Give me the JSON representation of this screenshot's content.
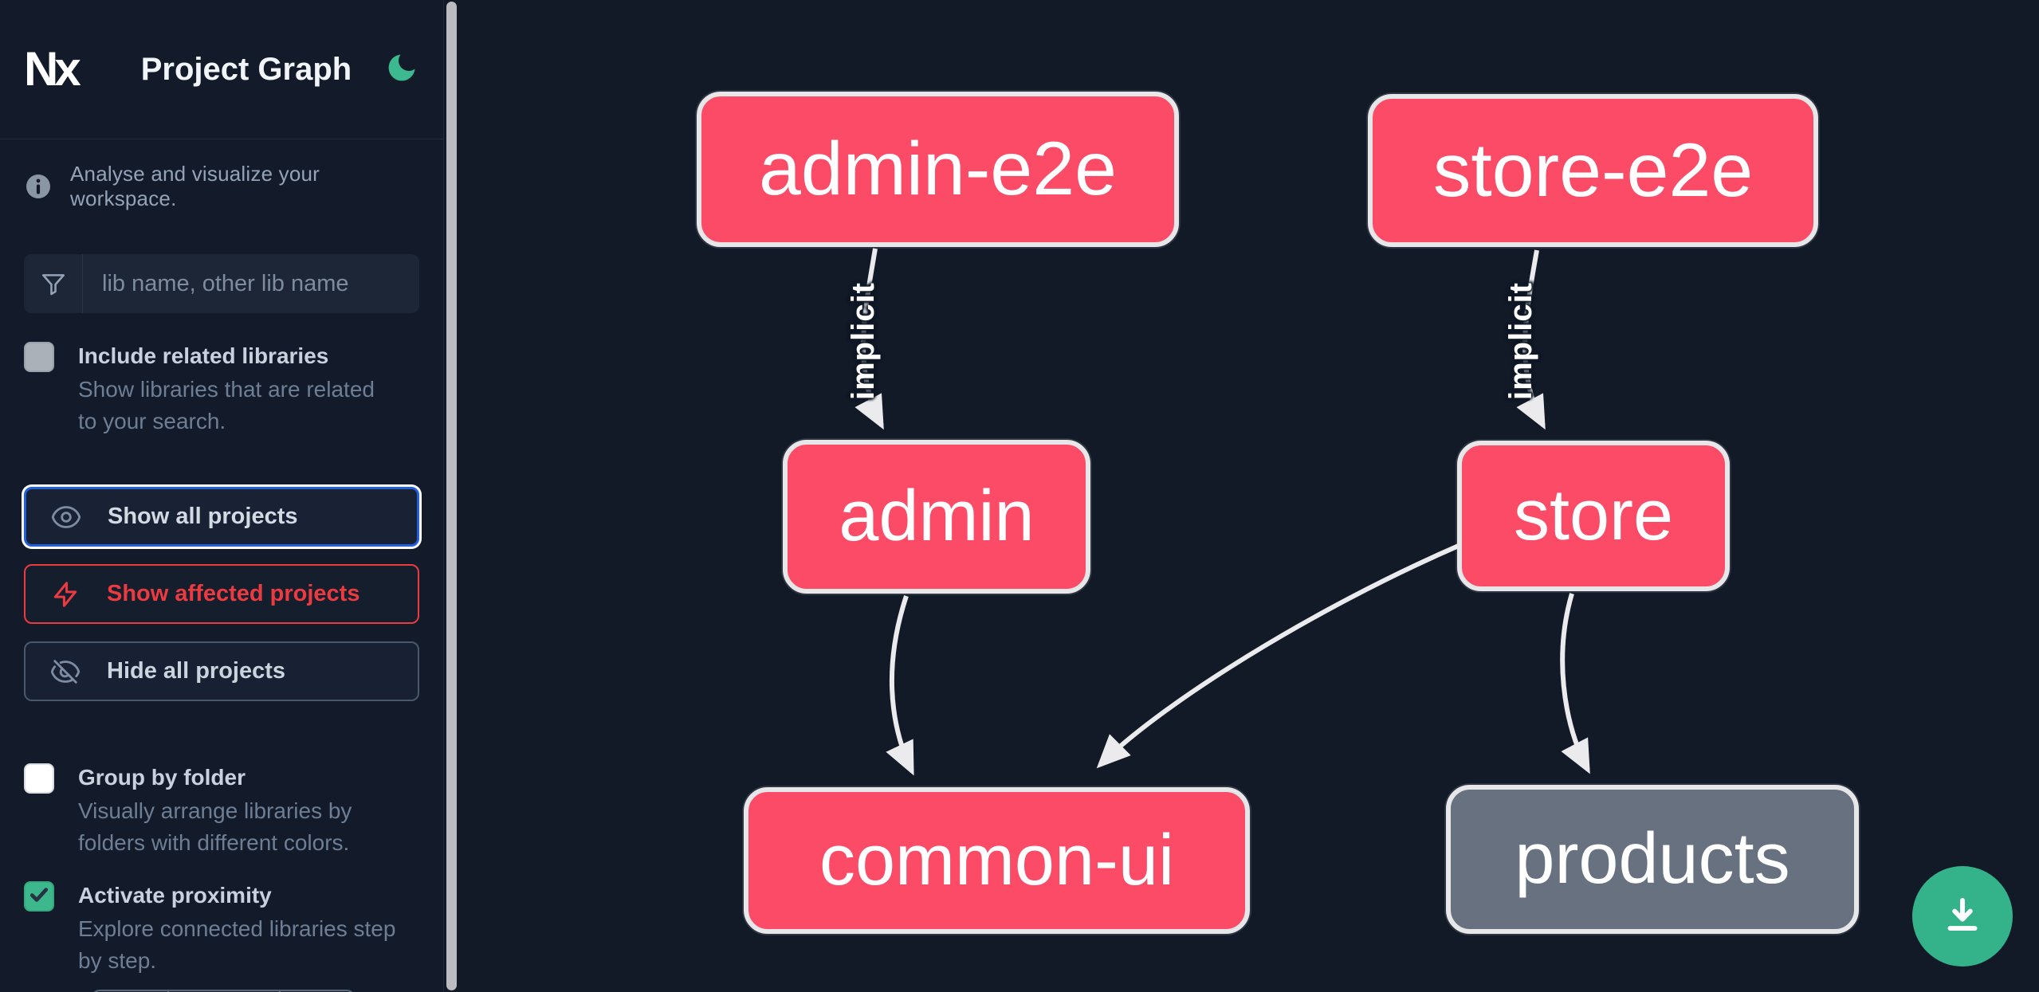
{
  "app": {
    "logo_text": "Nx",
    "title": "Project Graph"
  },
  "sidebar": {
    "tagline": "Analyse and visualize your workspace.",
    "filter_placeholder": "lib name, other lib name",
    "include_related": {
      "label": "Include related libraries",
      "description": "Show libraries that are related to your search.",
      "checked": false
    },
    "actions": {
      "show_all": "Show all projects",
      "show_affected": "Show affected projects",
      "hide_all": "Hide all projects"
    },
    "group_by_folder": {
      "label": "Group by folder",
      "description": "Visually arrange libraries by folders with different colors.",
      "checked": false
    },
    "activate_proximity": {
      "label": "Activate proximity",
      "description": "Explore connected libraries step by step.",
      "checked": true
    }
  },
  "graph": {
    "nodes": [
      {
        "id": "admin-e2e",
        "label": "admin-e2e",
        "color": "pink"
      },
      {
        "id": "store-e2e",
        "label": "store-e2e",
        "color": "pink"
      },
      {
        "id": "admin",
        "label": "admin",
        "color": "pink"
      },
      {
        "id": "store",
        "label": "store",
        "color": "pink"
      },
      {
        "id": "common-ui",
        "label": "common-ui",
        "color": "pink"
      },
      {
        "id": "products",
        "label": "products",
        "color": "gray"
      }
    ],
    "edges": [
      {
        "from": "admin-e2e",
        "to": "admin",
        "label": "implicit"
      },
      {
        "from": "store-e2e",
        "to": "store",
        "label": "implicit"
      },
      {
        "from": "admin",
        "to": "common-ui",
        "label": ""
      },
      {
        "from": "store",
        "to": "common-ui",
        "label": ""
      },
      {
        "from": "store",
        "to": "products",
        "label": ""
      }
    ]
  },
  "colors": {
    "background": "#121a28",
    "node_pink": "#fb4b67",
    "node_gray": "#677180",
    "node_border": "#e7e7ea",
    "edge": "#ebebee",
    "accent_blue": "#2160d6",
    "accent_red": "#ec3a41",
    "accent_green": "#3cb88c",
    "fab_green": "#34b38b"
  }
}
